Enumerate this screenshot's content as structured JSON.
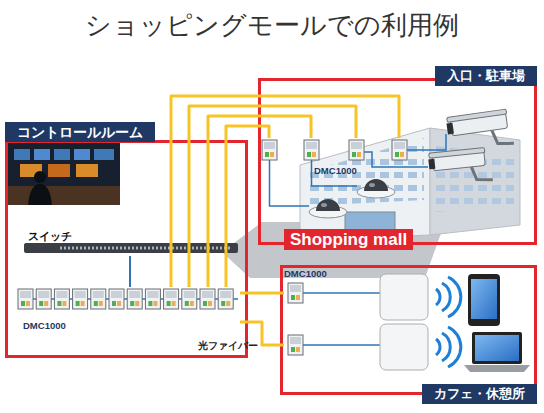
{
  "diagram": {
    "title": "ショッピングモールでの利用例",
    "nodes": [
      {
        "text": [
          "入口・駐車場"
        ]
      },
      {
        "text": [
          "DMC1000"
        ],
        "in": 0
      },
      {
        "text": [
          "コントロールルーム"
        ]
      },
      {
        "text": [
          "スイッチ"
        ],
        "in": 2
      },
      {
        "text": [
          "DMC1000"
        ],
        "in": 2
      },
      {
        "text": [
          "カフェ・休憩所"
        ]
      },
      {
        "text": [
          "DMC1000"
        ],
        "in": 5
      }
    ],
    "edges": [
      {
        "from": 3,
        "to": 4,
        "arrow": "none"
      },
      {
        "from": 4,
        "to": 1,
        "arrow": "none"
      },
      {
        "from": 4,
        "to": 1,
        "arrow": "none"
      },
      {
        "from": 4,
        "to": 1,
        "arrow": "none"
      },
      {
        "from": 4,
        "to": 1,
        "arrow": "none"
      },
      {
        "from": 4,
        "to": 6,
        "arrow": "none"
      },
      {
        "from": 4,
        "to": 6,
        "label": "光ファイバー",
        "arrow": "none"
      }
    ],
    "labels": [
      "Shopping mall"
    ]
  }
}
